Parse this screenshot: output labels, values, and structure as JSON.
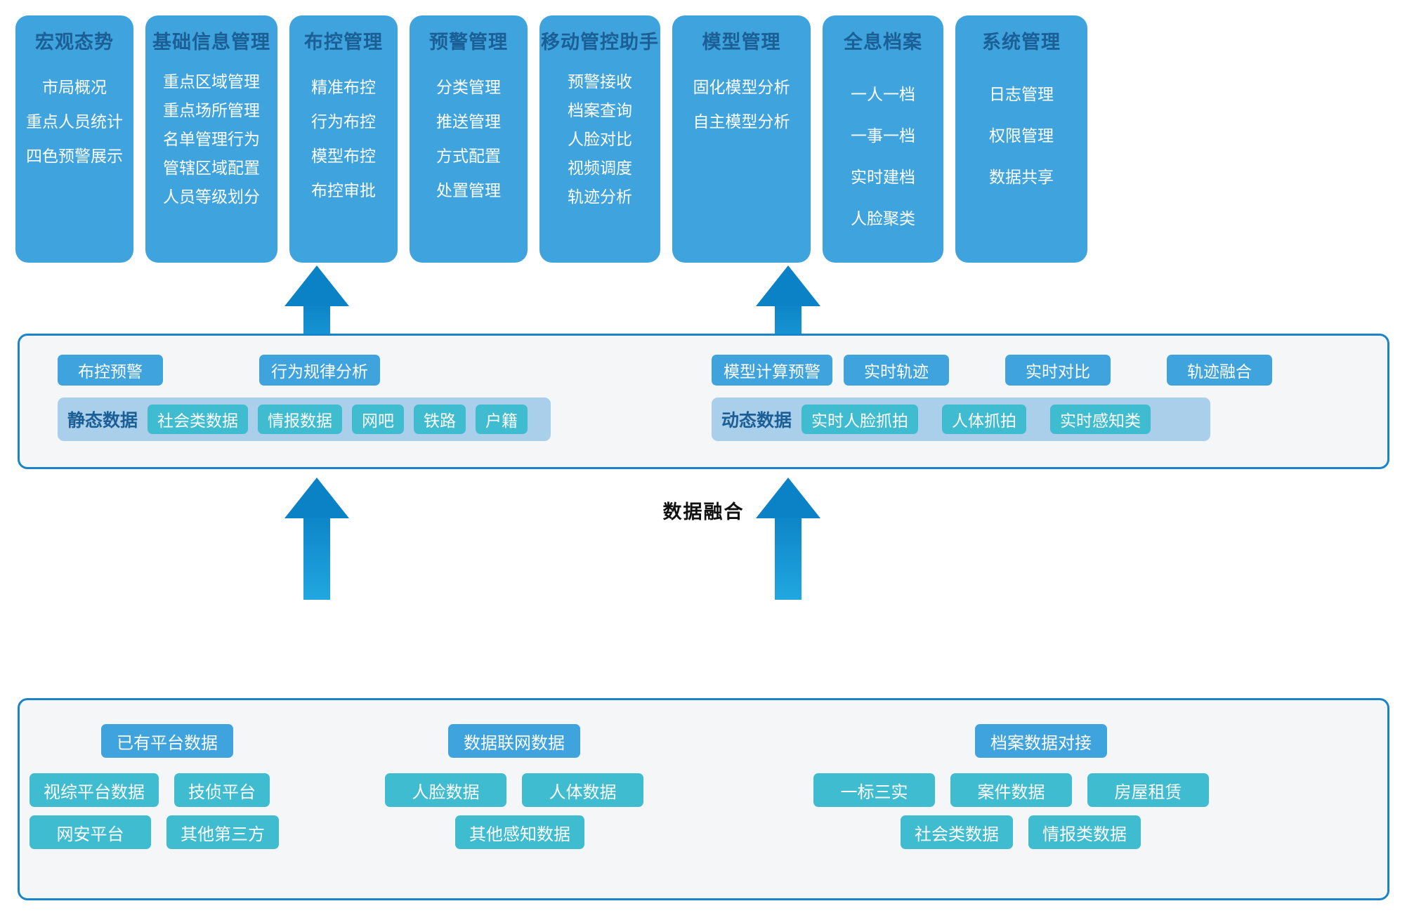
{
  "palette": {
    "card_blue": "#3fa3dd",
    "card_title_blue": "#1b5f96",
    "panel_border": "#1b83c9",
    "panel_fill": "#f4f6f8",
    "band_fill": "#a9cfeb",
    "teal_chip": "#3fbcd0",
    "arrow_top": "#0d85c8",
    "arrow_bottom": "#21a7e0"
  },
  "top_cards": [
    {
      "title": "宏观态势",
      "items": [
        "市局概况",
        "重点人员统计",
        "四色预警展示"
      ]
    },
    {
      "title": "基础信息管理",
      "items": [
        "重点区域管理",
        "重点场所管理",
        "名单管理行为",
        "管辖区域配置",
        "人员等级划分"
      ]
    },
    {
      "title": "布控管理",
      "items": [
        "精准布控",
        "行为布控",
        "模型布控",
        "布控审批"
      ]
    },
    {
      "title": "预警管理",
      "items": [
        "分类管理",
        "推送管理",
        "方式配置",
        "处置管理"
      ]
    },
    {
      "title": "移动管控助手",
      "items": [
        "预警接收",
        "档案查询",
        "人脸对比",
        "视频调度",
        "轨迹分析"
      ]
    },
    {
      "title": "模型管理",
      "items": [
        "固化模型分析",
        "自主模型分析"
      ]
    },
    {
      "title": "全息档案",
      "items": [
        "一人一档",
        "一事一档",
        "实时建档",
        "人脸聚类"
      ]
    },
    {
      "title": "系统管理",
      "items": [
        "日志管理",
        "权限管理",
        "数据共享"
      ]
    }
  ],
  "middle_layer": {
    "static_side": {
      "capabilities": [
        "布控预警",
        "行为规律分析"
      ],
      "band_label": "静态数据",
      "band_items": [
        "社会类数据",
        "情报数据",
        "网吧",
        "铁路",
        "户籍"
      ]
    },
    "dynamic_side": {
      "capabilities": [
        "模型计算预警",
        "实时轨迹",
        "实时对比",
        "轨迹融合"
      ],
      "band_label": "动态数据",
      "band_items": [
        "实时人脸抓拍",
        "人体抓拍",
        "实时感知类"
      ]
    }
  },
  "fusion_label": "数据融合",
  "bottom_layer": {
    "groups": [
      {
        "head": "已有平台数据",
        "rows": [
          [
            "视综平台数据",
            "技侦平台"
          ],
          [
            "网安平台",
            "其他第三方"
          ]
        ]
      },
      {
        "head": "数据联网数据",
        "rows": [
          [
            "人脸数据",
            "人体数据"
          ],
          [
            "其他感知数据"
          ]
        ]
      },
      {
        "head": "档案数据对接",
        "rows": [
          [
            "一标三实",
            "案件数据",
            "房屋租赁"
          ],
          [
            "社会类数据",
            "情报类数据"
          ]
        ]
      }
    ]
  }
}
